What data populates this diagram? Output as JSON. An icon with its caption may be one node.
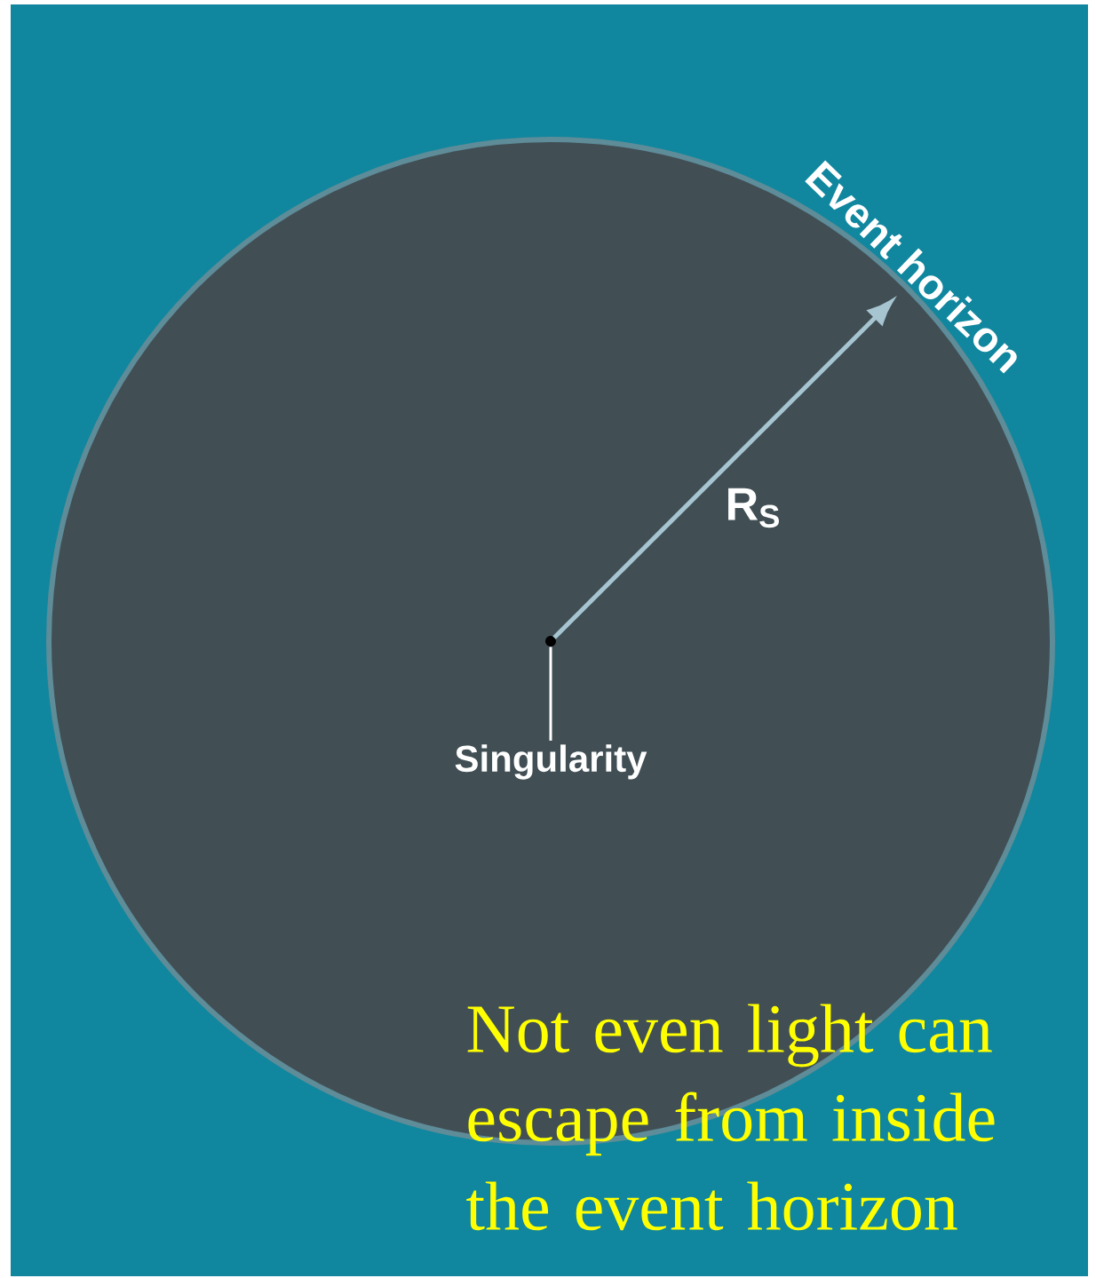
{
  "diagram": {
    "nodes": [
      {
        "text": [
          "Event horizon"
        ]
      },
      {
        "text": [],
        "shape": "circle",
        "in": 0
      },
      {
        "text": [
          "Singularity"
        ],
        "in": 0
      }
    ],
    "edges": [
      {
        "from": 2,
        "to": 1,
        "arrow": "none"
      }
    ],
    "labels": [
      "R$_{S}$",
      "Not even light can escape from inside the event horizon"
    ]
  }
}
